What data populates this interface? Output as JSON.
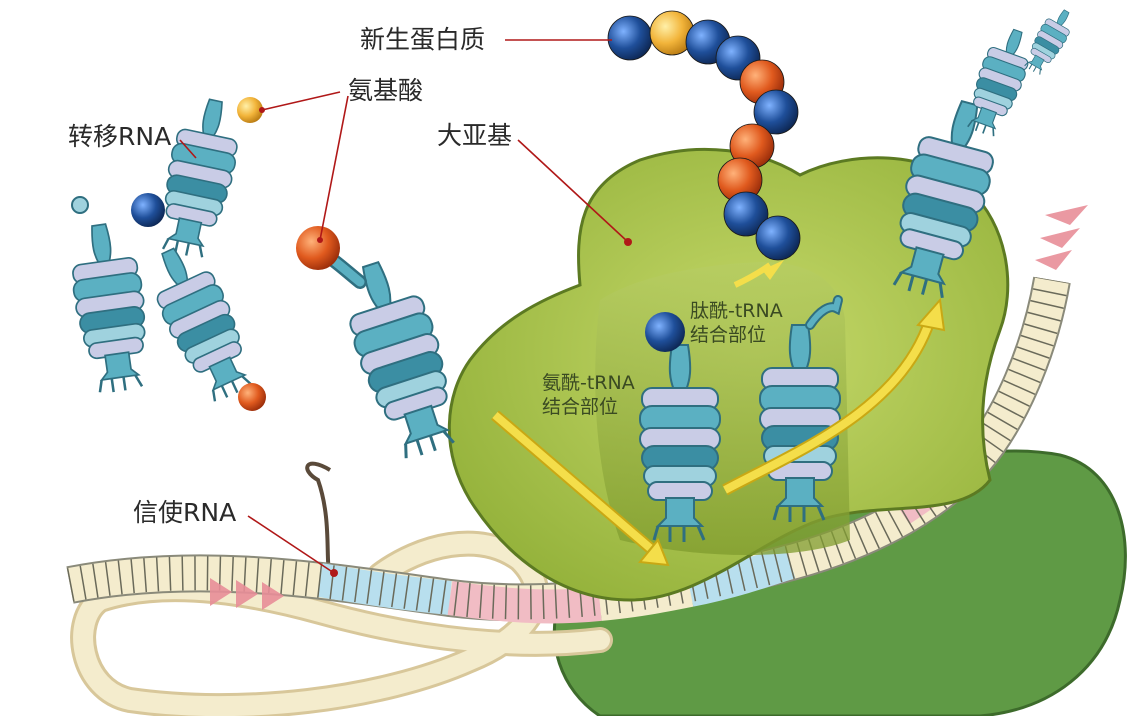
{
  "labels": {
    "nascent_protein": "新生蛋白质",
    "amino_acid": "氨基酸",
    "transfer_rna": "转移RNA",
    "large_subunit": "大亚基",
    "peptidyl_site_line1": "肽酰-tRNA",
    "peptidyl_site_line2": "结合部位",
    "aminoacyl_site_line1": "氨酰-tRNA",
    "aminoacyl_site_line2": "结合部位",
    "messenger_rna": "信使RNA"
  },
  "colors": {
    "large_subunit": "#a7c34a",
    "small_subunit": "#5f9a45",
    "trna_teal": "#5bb0c2",
    "trna_dark": "#3b8ea3",
    "trna_lavender": "#c9cce6",
    "amino_acid_orange": "#e05a1e",
    "amino_acid_blue": "#1f4f9a",
    "amino_acid_yellow": "#f2b43a",
    "mrna_cream": "#f4eccd",
    "mrna_pink": "#f1bcc4",
    "mrna_blue": "#b8dfee",
    "arrow_yellow": "#f4de4a",
    "pointer_red": "#b01818"
  },
  "protein_chain": [
    "blue",
    "yellow",
    "blue",
    "blue",
    "orange",
    "blue",
    "orange",
    "orange",
    "blue",
    "blue"
  ]
}
